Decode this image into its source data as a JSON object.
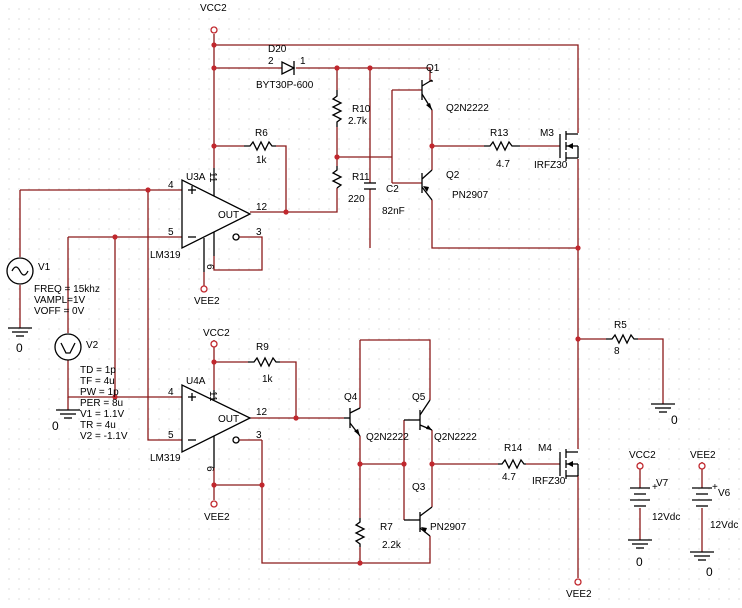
{
  "nets": {
    "vcc2_top": "VCC2",
    "vcc2_mid": "VCC2",
    "vcc2_v7": "VCC2",
    "vee2_u3": "VEE2",
    "vee2_u4": "VEE2",
    "vee2_bottom": "VEE2",
    "vee2_v6": "VEE2"
  },
  "components": {
    "d20": {
      "ref": "D20",
      "part": "BYT30P-600",
      "pin_a": "2",
      "pin_k": "1"
    },
    "r10": {
      "ref": "R10",
      "value": "2.7k"
    },
    "r6": {
      "ref": "R6",
      "value": "1k"
    },
    "r11": {
      "ref": "R11",
      "value": "220"
    },
    "c2": {
      "ref": "C2",
      "value": "82nF"
    },
    "q1": {
      "ref": "Q1",
      "part": "Q2N2222"
    },
    "q2": {
      "ref": "Q2",
      "part": "PN2907"
    },
    "r13": {
      "ref": "R13",
      "value": "4.7"
    },
    "m3": {
      "ref": "M3",
      "part": "IRFZ30"
    },
    "u3a": {
      "ref": "U3A",
      "part": "LM319",
      "in_plus": "4",
      "in_minus": "5",
      "vplus": "11",
      "vminus": "6",
      "out": "12",
      "gnd": "3",
      "out_label": "OUT"
    },
    "v1": {
      "ref": "V1",
      "params": [
        "FREQ = 15khz",
        "VAMPL=1V",
        "VOFF = 0V"
      ]
    },
    "v2": {
      "ref": "V2",
      "params": [
        "TD = 1p",
        "TF = 4u",
        "PW = 1p",
        "PER = 8u",
        "V1 = 1.1V",
        "TR = 4u",
        "V2 = -1.1V"
      ]
    },
    "r5": {
      "ref": "R5",
      "value": "8"
    },
    "u4a": {
      "ref": "U4A",
      "part": "LM319",
      "in_plus": "4",
      "in_minus": "5",
      "vplus": "11",
      "vminus": "6",
      "out": "12",
      "gnd": "3",
      "out_label": "OUT"
    },
    "r9": {
      "ref": "R9",
      "value": "1k"
    },
    "q4": {
      "ref": "Q4",
      "part": "Q2N2222"
    },
    "q5": {
      "ref": "Q5",
      "part": "Q2N2222"
    },
    "q3": {
      "ref": "Q3",
      "part": "PN2907"
    },
    "r7": {
      "ref": "R7",
      "value": "2.2k"
    },
    "r14": {
      "ref": "R14",
      "value": "4.7"
    },
    "m4": {
      "ref": "M4",
      "part": "IRFZ30"
    },
    "v7": {
      "ref": "V7",
      "value": "12Vdc"
    },
    "v6": {
      "ref": "V6",
      "value": "12Vdc"
    }
  },
  "grounds": {
    "g1": "0",
    "g2": "0",
    "g3": "0",
    "g4": "0",
    "g5": "0"
  }
}
